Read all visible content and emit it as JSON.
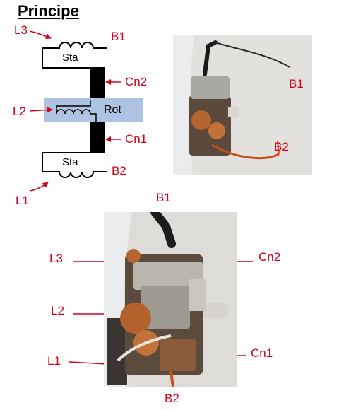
{
  "title": "Principe",
  "schematic": {
    "labels": {
      "l3": "L3",
      "b1": "B1",
      "sta_top": "Sta",
      "cn2": "Cn2",
      "l2": "L2",
      "rot": "Rot",
      "cn1": "Cn1",
      "sta_bottom": "Sta",
      "b2": "B2",
      "l1": "L1"
    },
    "colors": {
      "rotor_box": "#adc3e1",
      "label": "#d0021b",
      "brush_bar": "#000000"
    }
  },
  "photo_top": {
    "labels": {
      "b1": "B1",
      "b2": "B2"
    }
  },
  "photo_bottom": {
    "labels": {
      "b1": "B1",
      "l3": "L3",
      "cn2": "Cn2",
      "l2": "L2",
      "cn1": "Cn1",
      "l1": "L1",
      "b2": "B2"
    }
  }
}
